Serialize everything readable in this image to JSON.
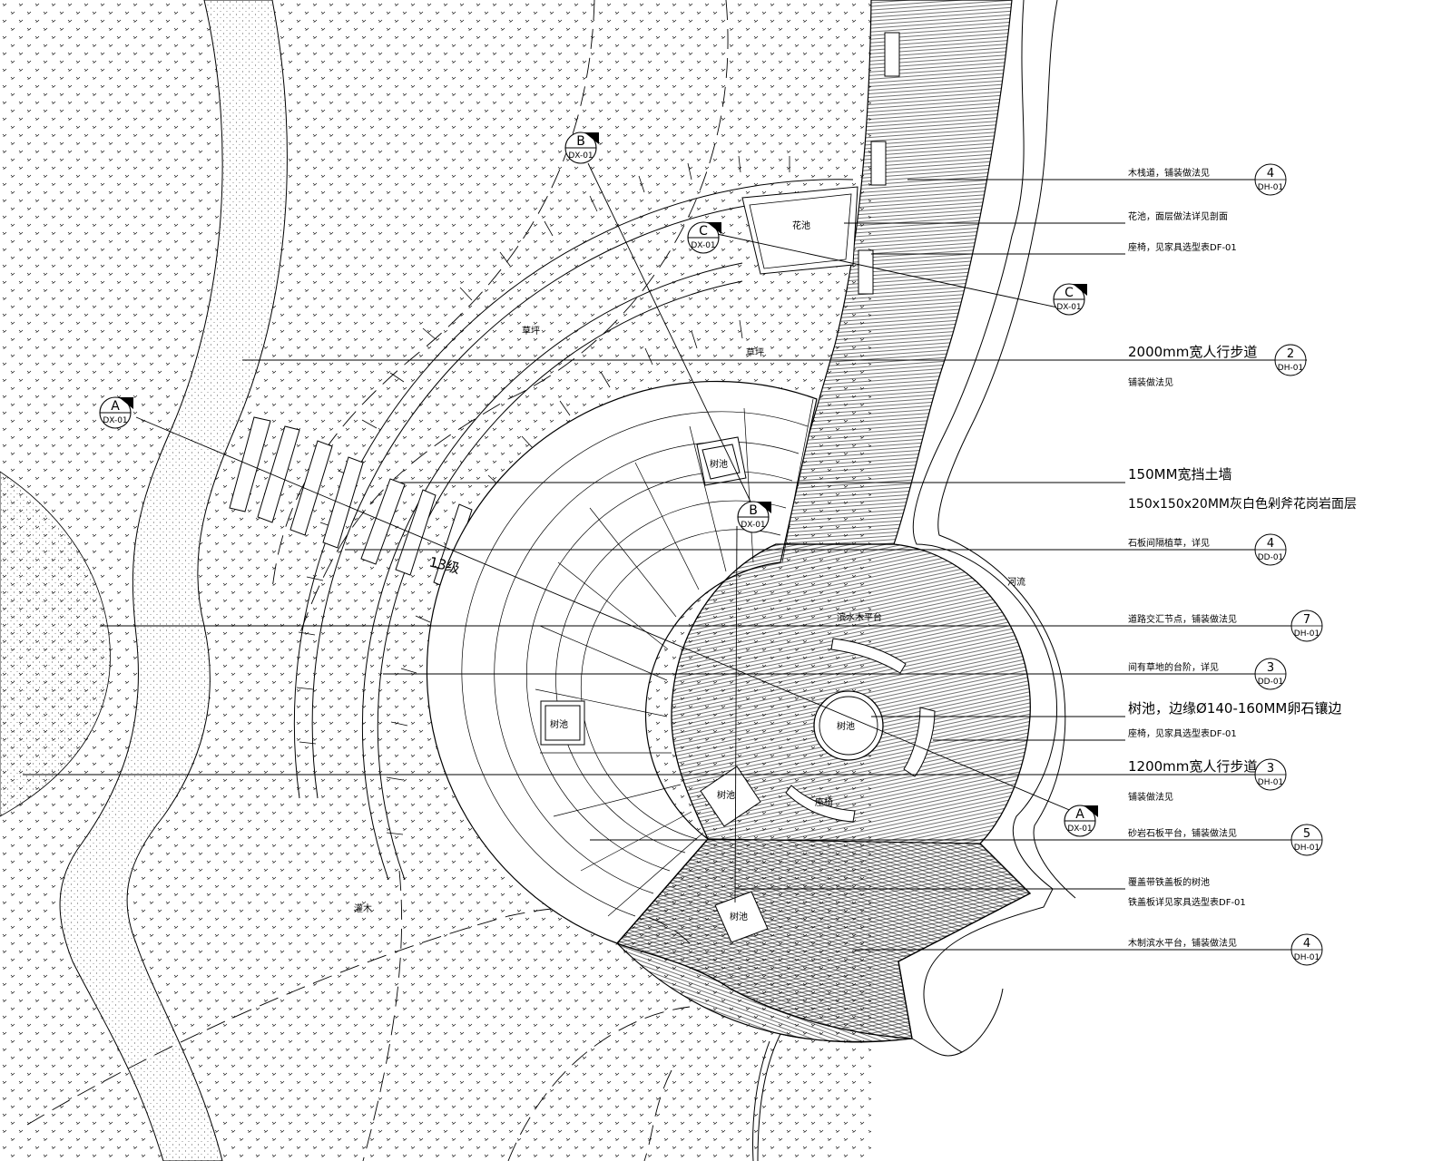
{
  "section_markers": [
    {
      "id": "A1",
      "letter": "A",
      "ref": "DX-01"
    },
    {
      "id": "A2",
      "letter": "A",
      "ref": "DX-01"
    },
    {
      "id": "B1",
      "letter": "B",
      "ref": "DX-01"
    },
    {
      "id": "B2",
      "letter": "B",
      "ref": "DX-01"
    },
    {
      "id": "C1",
      "letter": "C",
      "ref": "DX-01"
    },
    {
      "id": "C2",
      "letter": "C",
      "ref": "DX-01"
    }
  ],
  "plan_labels": {
    "flower_bed": "花池",
    "lawn_1": "草坪",
    "lawn_2": "草坪",
    "steps": "13级",
    "tree_pool_1": "树池",
    "tree_pool_2": "树池",
    "tree_pool_3": "树池",
    "tree_pool_4": "树池",
    "tree_pool_center": "树池",
    "platform": "滨水木平台",
    "bench": "座椅",
    "river": "河流",
    "shrubs": "灌木"
  },
  "callouts": [
    {
      "line1": "木栈道，铺装做法见",
      "line2": "",
      "num": "4",
      "ref": "DH-01"
    },
    {
      "line1": "花池，面层做法详见剖面",
      "line2": "",
      "num": "",
      "ref": ""
    },
    {
      "line1": "座椅，见家具选型表DF-01",
      "line2": "",
      "num": "",
      "ref": ""
    },
    {
      "line1": "2000mm宽人行步道",
      "line2": "铺装做法见",
      "num": "2",
      "ref": "DH-01"
    },
    {
      "line1": "150MM宽挡土墙",
      "line2": "150x150x20MM灰白色剁斧花岗岩面层",
      "num": "",
      "ref": ""
    },
    {
      "line1": "石板间隔植草，详见",
      "line2": "",
      "num": "4",
      "ref": "DD-01"
    },
    {
      "line1": "道路交汇节点，铺装做法见",
      "line2": "",
      "num": "7",
      "ref": "DH-01"
    },
    {
      "line1": "间有草地的台阶，详见",
      "line2": "",
      "num": "3",
      "ref": "DD-01"
    },
    {
      "line1": "树池，边缘Ø140-160MM卵石镶边",
      "line2": "",
      "num": "",
      "ref": ""
    },
    {
      "line1": "座椅，见家具选型表DF-01",
      "line2": "",
      "num": "",
      "ref": ""
    },
    {
      "line1": "1200mm宽人行步道",
      "line2": "铺装做法见",
      "num": "3",
      "ref": "DH-01"
    },
    {
      "line1": "砂岩石板平台，铺装做法见",
      "line2": "",
      "num": "5",
      "ref": "DH-01"
    },
    {
      "line1": "覆盖带铁盖板的树池",
      "line2": "铁盖板详见家具选型表DF-01",
      "num": "",
      "ref": ""
    },
    {
      "line1": "木制滨水平台，铺装做法见",
      "line2": "",
      "num": "4",
      "ref": "DH-01"
    }
  ]
}
